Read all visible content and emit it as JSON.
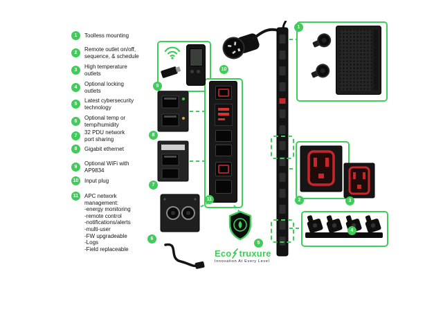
{
  "colors": {
    "accent_green": "#3dcd58",
    "device_black": "#141414",
    "outlet_red": "#c9262c"
  },
  "features": [
    {
      "num": "1",
      "label": "Toolless mounting"
    },
    {
      "num": "2",
      "label": "Remote outlet on/off,\nsequence, & schedule"
    },
    {
      "num": "3",
      "label": "High temperature\noutlets"
    },
    {
      "num": "4",
      "label": "Optional locking\noutlets"
    },
    {
      "num": "5",
      "label": "Latest cybersecurity\ntechnology"
    },
    {
      "num": "6",
      "label": "Optional temp or\ntemp/humidity"
    },
    {
      "num": "7",
      "label": "32 PDU network\nport sharing"
    },
    {
      "num": "8",
      "label": "Gigabit ethernet"
    },
    {
      "num": "9",
      "label": "Optional WiFi with\nAP9834"
    },
    {
      "num": "10",
      "label": "Input plug"
    },
    {
      "num": "11",
      "label": "APC network\nmanagement:\n-energy monitoring\n-remote control\n-notifications/alerts\n-multi-user\n-FW upgradeable\n-Logs\n-Field replaceable"
    }
  ],
  "logo": {
    "part1": "Eco",
    "part2": "truxure",
    "tagline": "Innovation At Every Level"
  }
}
